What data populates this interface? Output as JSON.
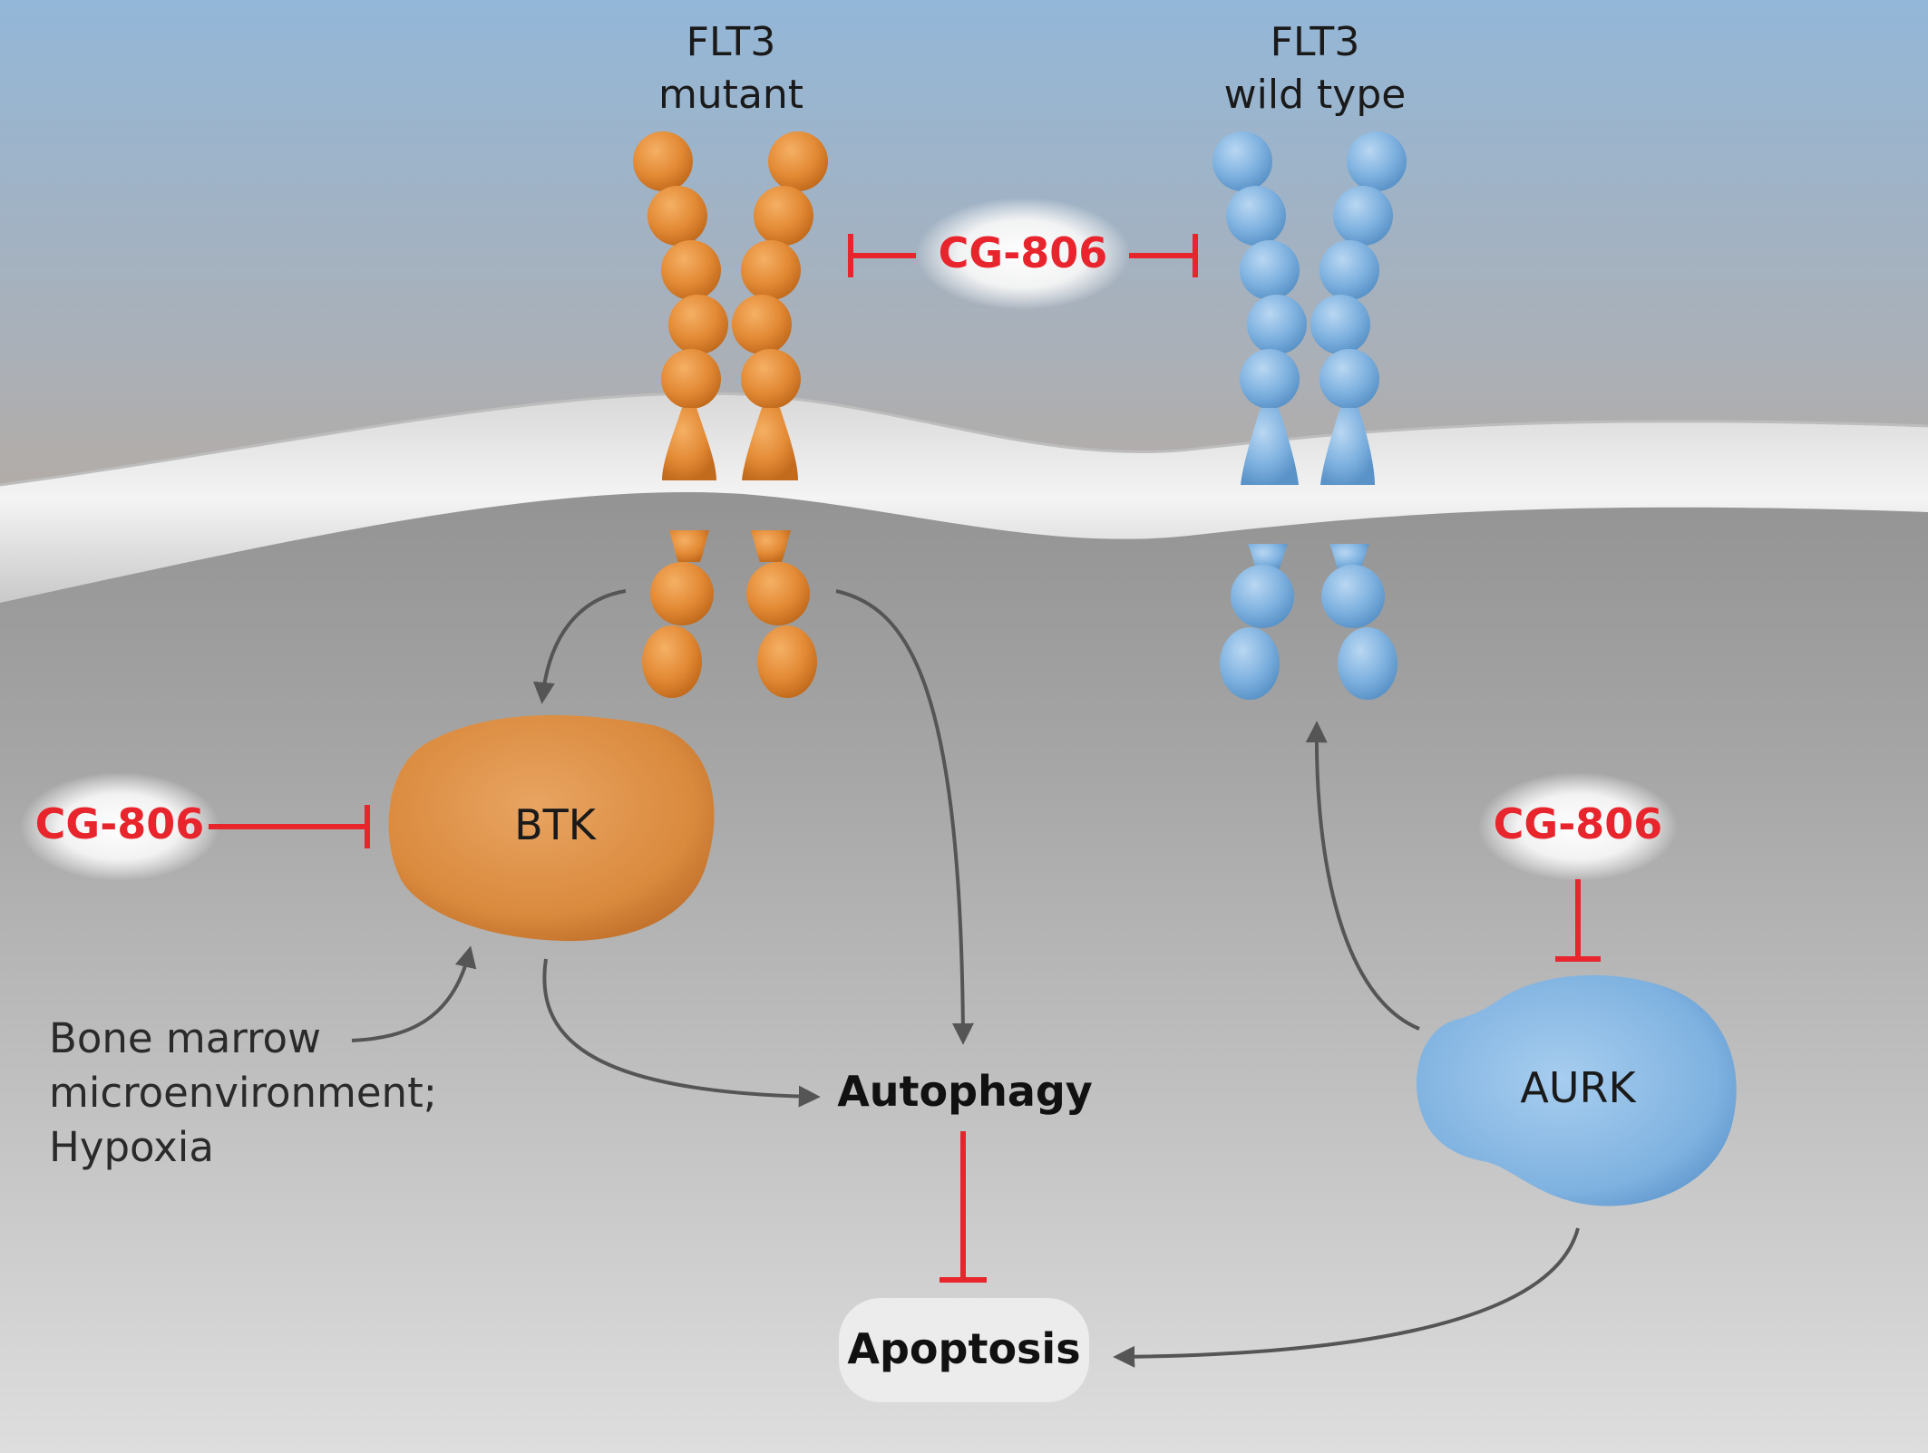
{
  "receptors": {
    "mutant": {
      "line1": "FLT3",
      "line2": "mutant"
    },
    "wild_type": {
      "line1": "FLT3",
      "line2": "wild type"
    }
  },
  "drug": {
    "label": "CG-806"
  },
  "proteins": {
    "btk": "BTK",
    "aurk": "AURK"
  },
  "processes": {
    "autophagy": "Autophagy",
    "apoptosis": "Apoptosis"
  },
  "stimulus": {
    "line1": "Bone marrow",
    "line2": "microenvironment;",
    "line3": "Hypoxia"
  },
  "colors": {
    "mutant_orange": "#e38a35",
    "wild_type_blue": "#7fb2e0",
    "inhibition_red": "#e8242c",
    "activation_gray": "#555555"
  }
}
